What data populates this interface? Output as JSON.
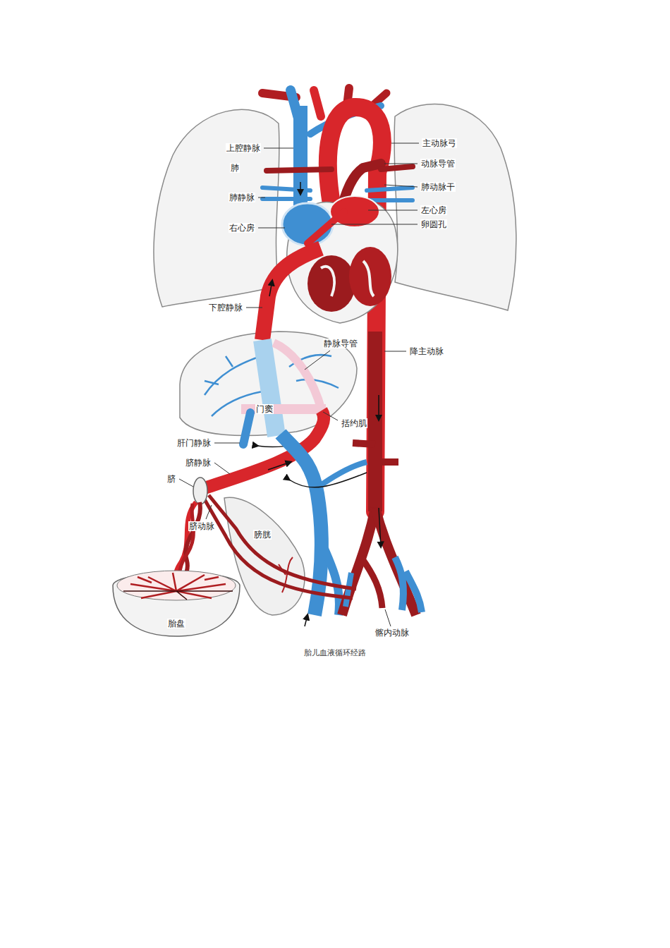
{
  "diagram": {
    "caption": "胎儿血液循环经路",
    "labels": [
      "主动脉弓",
      "上腔静脉",
      "动脉导管",
      "肺",
      "肺动脉干",
      "肺静脉",
      "左心房",
      "卵圆孔",
      "右心房",
      "下腔静脉",
      "静脉导管",
      "降主动脉",
      "门窦",
      "括约肌",
      "肝门静脉",
      "脐静脉",
      "脐",
      "脐动脉",
      "膀胱",
      "胎盘",
      "髂内动脉"
    ]
  }
}
